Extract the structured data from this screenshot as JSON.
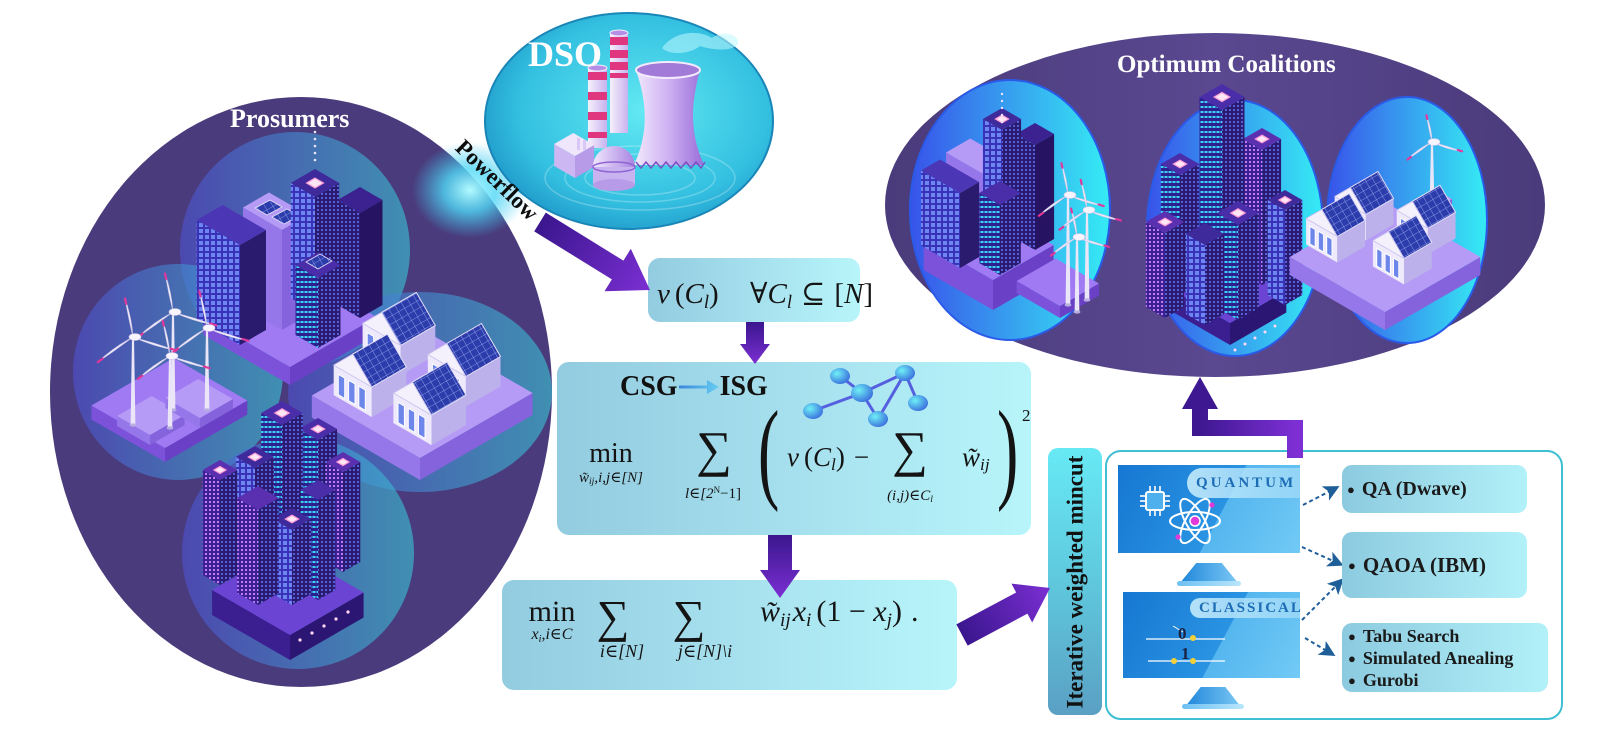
{
  "dso": {
    "label": "DSO"
  },
  "powerflow": {
    "label": "Powerflow"
  },
  "prosumers": {
    "title": "Prosumers"
  },
  "coalitions": {
    "title": "Optimum Coalitions"
  },
  "value_function": {
    "fn": "v",
    "open": "(",
    "set": "C",
    "set_sub": "l",
    "close": ")",
    "forall": "∀",
    "set2": "C",
    "set2_sub": "l",
    "relation": "⊆",
    "universe": {
      "open": "[",
      "var": "N",
      "close": "]"
    }
  },
  "csg_isg": {
    "from": "CSG",
    "to": "ISG",
    "min": "min",
    "min_sub": {
      "var": "w̃",
      "var_sub": "ij",
      "rest": ",i,j∈[N]"
    },
    "sum": "∑",
    "outer_sub": {
      "head": "l∈[2",
      "exp": "N",
      "tail": "−1]"
    },
    "open_paren": "(",
    "term": {
      "fn": "v",
      "open": "(",
      "set": "C",
      "set_sub": "l",
      "close": ")",
      "minus": "−"
    },
    "inner_sub": {
      "head": "(i,j)∈C",
      "sub": "l"
    },
    "weight": {
      "var": "w̃",
      "sub": "ij"
    },
    "close_paren": ")",
    "power": "2"
  },
  "mincut": {
    "min": "min",
    "min_sub": {
      "var": "x",
      "var_sub": "i",
      "rest": ",i∈C"
    },
    "sum": "∑",
    "sum1_sub": "i∈[N]",
    "sum2_sub": "j∈[N]\\i",
    "weight": {
      "var": "w̃",
      "sub": "ij"
    },
    "x": {
      "var": "x",
      "sub": "i"
    },
    "factor": {
      "open": "(1 − ",
      "var": "x",
      "sub": "j",
      "close": ")"
    },
    "period": "."
  },
  "solver": {
    "iterative_label": "Iterative weighted mincut",
    "bullet": "●",
    "quantum": {
      "label": "QUANTUM",
      "options": [
        "QA (Dwave)",
        "QAOA (IBM)"
      ]
    },
    "classical": {
      "label": "CLASSICAL",
      "bits": [
        "0",
        "1"
      ],
      "options": [
        "Tabu Search",
        "Simulated Anealing",
        "Gurobi"
      ]
    }
  },
  "palette": {
    "ellipse_purple": "#4a3b7c",
    "arrow_purple": "#5b22b8",
    "formula_box": "#a8e2ef",
    "panel_border": "#3fbfd3",
    "solver_text": "#1c6cb6"
  }
}
